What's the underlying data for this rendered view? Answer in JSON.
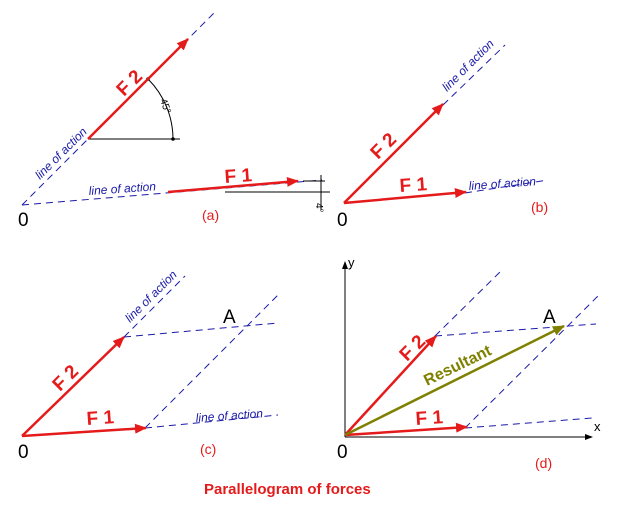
{
  "colors": {
    "force": "#e51b1b",
    "line_of_action": "#1a1aa8",
    "resultant": "#808000",
    "construction": "#000000"
  },
  "panels": {
    "a": {
      "label": "(a)",
      "origin": "0",
      "f1": "F 1",
      "f2": "F 2",
      "loa_f1": "line of action",
      "loa_f2": "line of action",
      "angle_f2": "45°",
      "angle_f1": "4°"
    },
    "b": {
      "label": "(b)",
      "origin": "0",
      "f1": "F 1",
      "f2": "F 2",
      "loa_f1": "line of action",
      "loa_f2": "line of action"
    },
    "c": {
      "label": "(c)",
      "origin": "0",
      "f1": "F 1",
      "f2": "F 2",
      "loa_f1": "line of action",
      "loa_f2": "line of action",
      "point": "A"
    },
    "d": {
      "label": "(d)",
      "origin": "0",
      "f1": "F 1",
      "f2": "F 2",
      "resultant": "Resultant",
      "point": "A",
      "axis_x": "x",
      "axis_y": "y"
    }
  },
  "title": "Parallelogram of forces"
}
